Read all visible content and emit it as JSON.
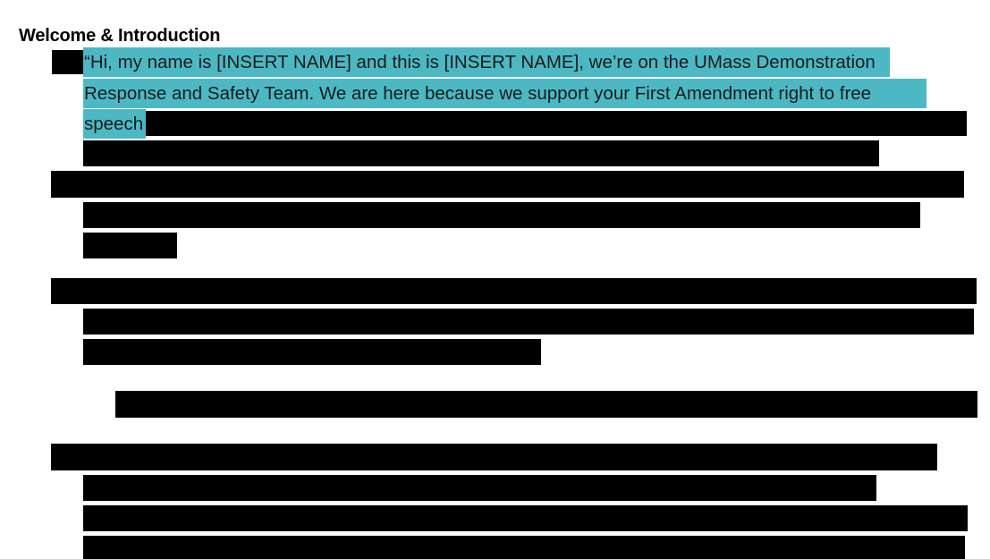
{
  "document": {
    "section_heading": "Welcome & Introduction",
    "highlight_color": "#4cb8c4",
    "redaction_color": "#000000",
    "highlighted_lines": [
      "“Hi, my name is [INSERT NAME] and this is [INSERT NAME], we’re on the UMass Demonstration",
      "Response and Safety Team. We are here because we support your First Amendment right to free",
      "speech"
    ]
  }
}
